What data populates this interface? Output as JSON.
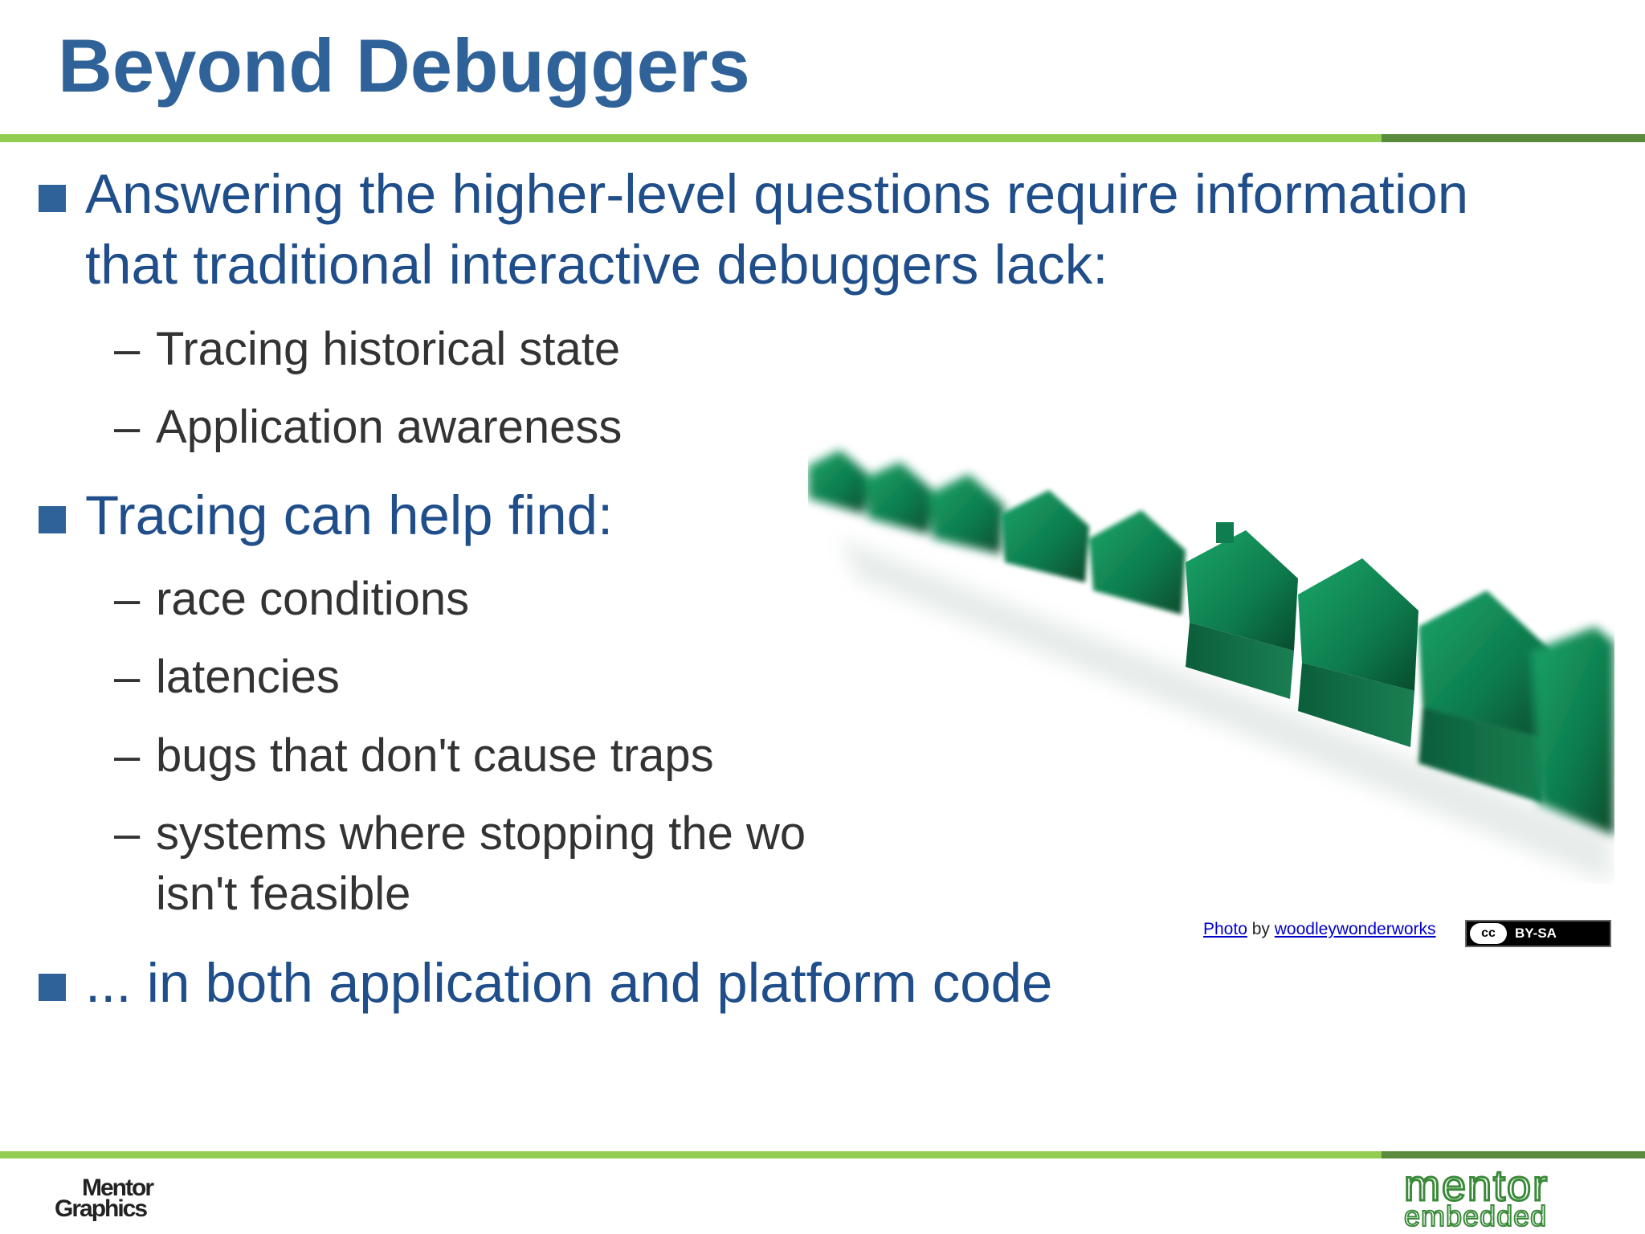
{
  "slide": {
    "title": "Beyond Debuggers",
    "bullets": [
      {
        "line1": "Answering the higher-level questions require information",
        "line2": "that traditional interactive debuggers lack:"
      },
      {
        "line1": "Tracing can help find:"
      },
      {
        "line1": "... in both application and platform code"
      }
    ],
    "sub_a": [
      "Tracing historical state",
      "Application awareness"
    ],
    "sub_b": [
      "race conditions",
      "latencies",
      "bugs that don't cause traps",
      "systems where stopping the world"
    ],
    "sub_b_cont": "isn't feasible",
    "dash": "–",
    "credit": {
      "photo_link": "Photo",
      "by": "by",
      "author_link": "woodleywonderworks",
      "cc_icon": "cc",
      "license": "BY-SA"
    },
    "logos": {
      "left_line1": "Mentor",
      "left_line2": "Graphics",
      "right_line1": "mentor",
      "right_line2": "embedded"
    }
  },
  "colors": {
    "title": "#2f6298",
    "bullet_text": "#1f4e8a",
    "sub_text": "#333333",
    "rule": "#92cc52",
    "rule_dark": "#5a8a3c",
    "house_green": "#0e7a4c"
  },
  "icons": {
    "bullet": "square-bullet-icon",
    "photo": "green-houses-photo",
    "license": "cc-by-sa-icon"
  }
}
